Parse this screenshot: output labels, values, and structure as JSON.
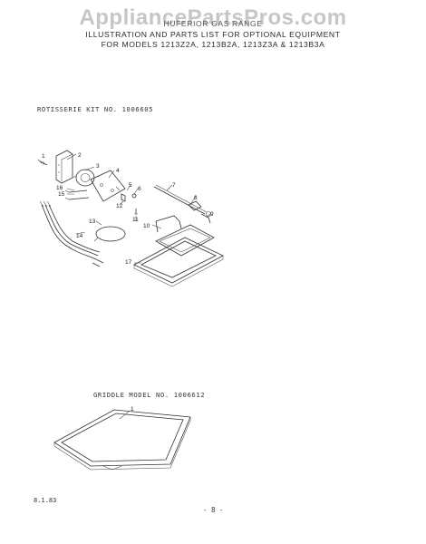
{
  "watermark": "AppliancePartsPros.com",
  "header": {
    "line1": "HUFERIOR GAS RANGE",
    "line2": "ILLUSTRATION AND PARTS LIST FOR OPTIONAL EQUIPMENT",
    "line3": "FOR MODELS 1213Z2A, 1213B2A, 1213Z3A & 1213B3A"
  },
  "rotisserie_label": "ROTISSERIE KIT NO. 1006605",
  "griddle_label": "GRIDDLE MODEL NO. 1006612",
  "part_numbers": [
    "1",
    "2",
    "3",
    "4",
    "5",
    "6",
    "7",
    "8",
    "9",
    "10",
    "11",
    "12",
    "13",
    "14",
    "15",
    "16",
    "17"
  ],
  "griddle_part": "1",
  "date": "8.1.83",
  "page_number": "- 8 -"
}
